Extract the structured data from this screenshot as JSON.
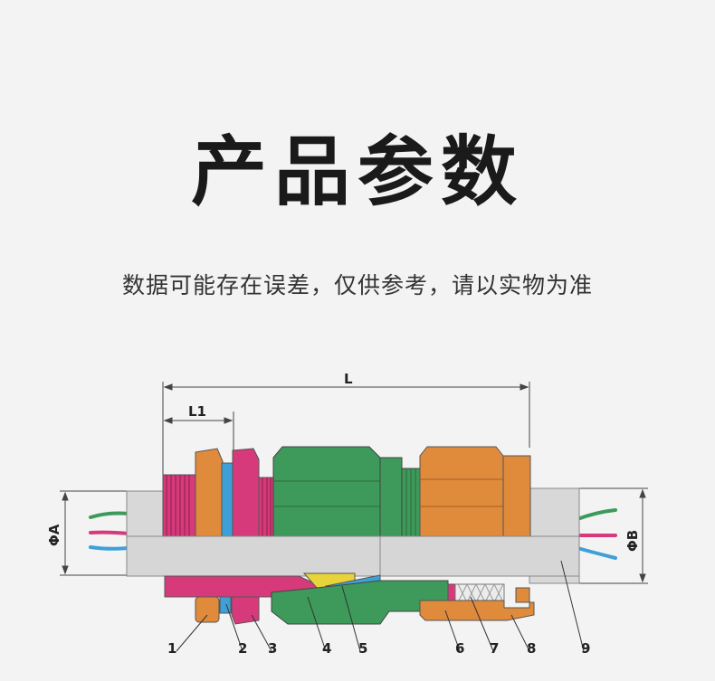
{
  "header": {
    "title": "产品参数",
    "subtitle": "数据可能存在误差，仅供参考，请以实物为准"
  },
  "diagram": {
    "dimension_L": "L",
    "dimension_L1": "L1",
    "dimension_phiA": "ΦA",
    "dimension_phiB": "ΦB",
    "parts": [
      "1",
      "2",
      "3",
      "4",
      "5",
      "6",
      "7",
      "8",
      "9"
    ],
    "colors": {
      "pink": "#d63a7a",
      "orange": "#e08a3c",
      "blue": "#3fa0d8",
      "green": "#3d9a5a",
      "yellow": "#e8d43a",
      "cable": "#d8d8d8"
    }
  }
}
